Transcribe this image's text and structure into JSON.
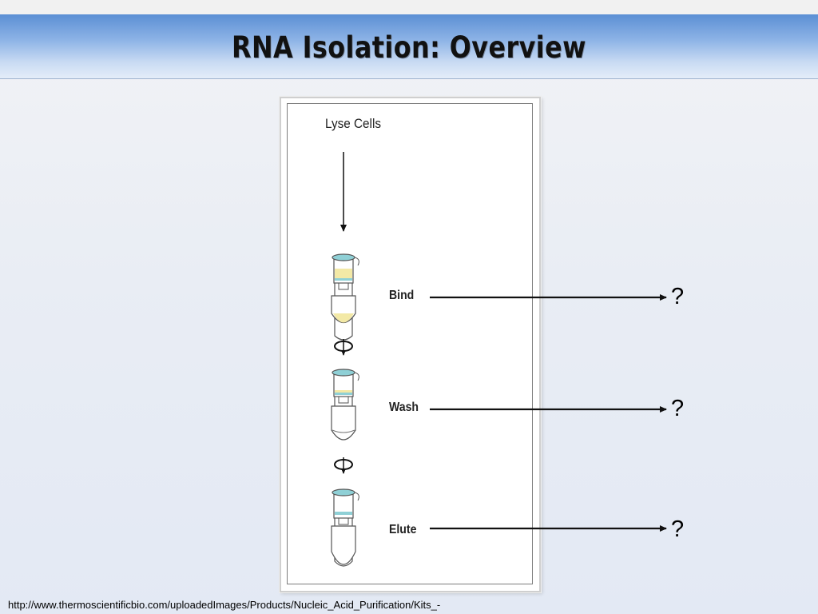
{
  "slide": {
    "title": "RNA Isolation: Overview",
    "source_url": "http://www.thermoscientificbio.com/uploadedImages/Products/Nucleic_Acid_Purification/Kits_-"
  },
  "diagram": {
    "start_label": "Lyse Cells",
    "steps": [
      {
        "label": "Bind",
        "answer": "?"
      },
      {
        "label": "Wash",
        "answer": "?"
      },
      {
        "label": "Elute",
        "answer": "?"
      }
    ]
  },
  "colors": {
    "liquid": "#f3e9a6",
    "membrane": "#8fd0d6",
    "banner": "#5b8fd4"
  }
}
